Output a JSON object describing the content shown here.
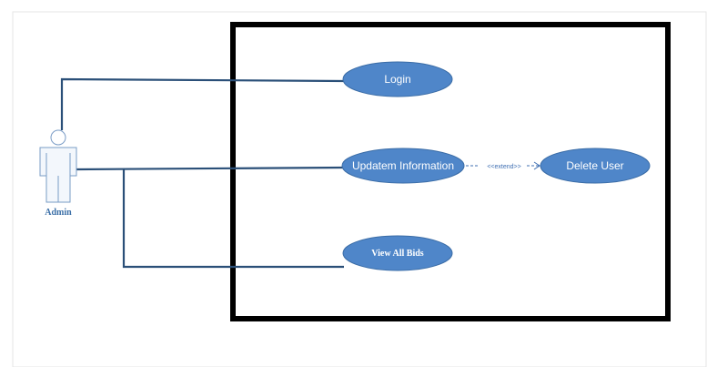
{
  "diagram": {
    "actor": {
      "label": "Admin"
    },
    "use_cases": {
      "login": "Login",
      "update_information": "Updatem Information",
      "delete_user": "Delete User",
      "view_all_bids": "View All Bids"
    },
    "relations": {
      "extend_label": "<<extend>>"
    },
    "colors": {
      "ellipse_fill": "#4f86c9",
      "line": "#2a4f78",
      "boundary": "#000000"
    }
  }
}
